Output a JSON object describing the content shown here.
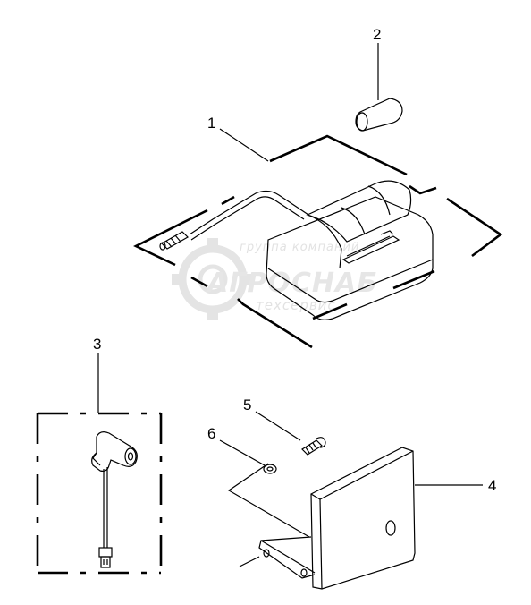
{
  "callouts": [
    {
      "id": "1",
      "label": "1"
    },
    {
      "id": "2",
      "label": "2"
    },
    {
      "id": "3",
      "label": "3"
    },
    {
      "id": "4",
      "label": "4"
    },
    {
      "id": "5",
      "label": "5"
    },
    {
      "id": "6",
      "label": "6"
    }
  ],
  "watermark": {
    "line1": "группа компаний",
    "line2": "АГРОСНАБ",
    "line3": "техсервис",
    "color": "#e6e6e6"
  },
  "colors": {
    "line": "#000000",
    "background": "#ffffff"
  }
}
